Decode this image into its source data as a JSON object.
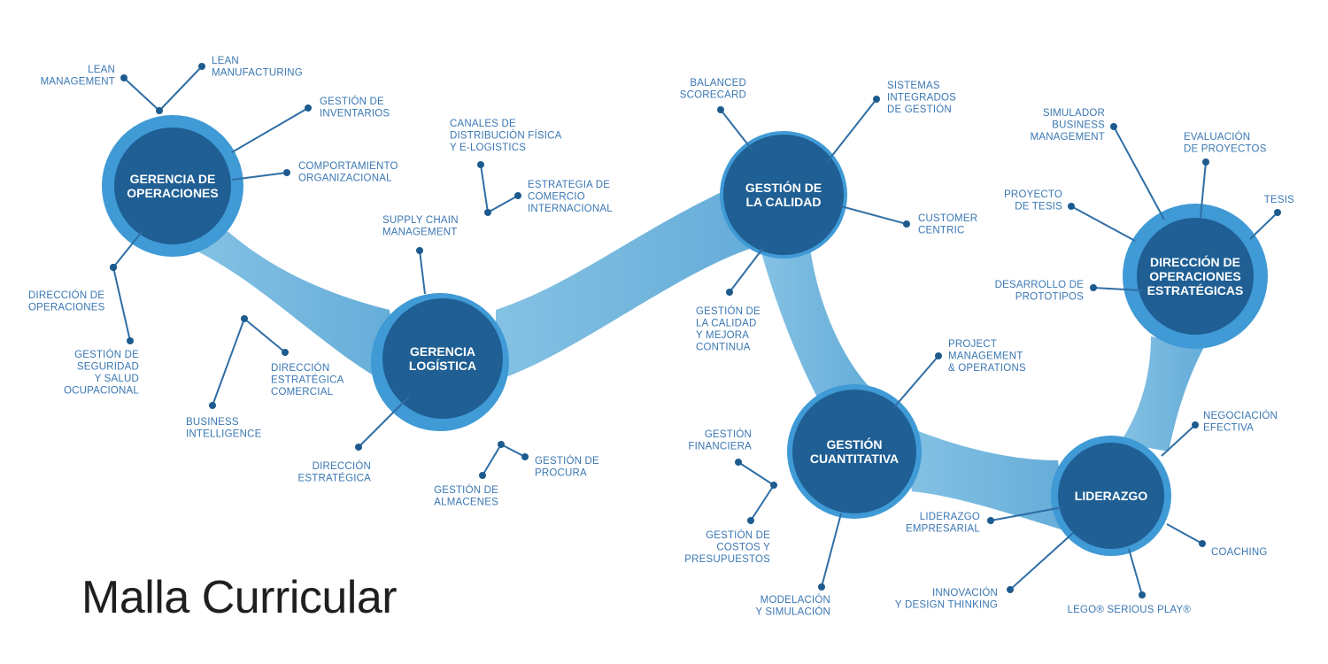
{
  "title": "Malla Curricular",
  "colors": {
    "hub": "#1f5f94",
    "halo": "#3a8fd0",
    "link": "#4ea3d8",
    "label": "#3a77b3",
    "line": "#2f6ea5"
  },
  "hubs": [
    {
      "id": "operaciones",
      "lines": [
        "GERENCIA DE",
        "OPERACIONES"
      ]
    },
    {
      "id": "logistica",
      "lines": [
        "GERENCIA",
        "LOGÍSTICA"
      ]
    },
    {
      "id": "calidad",
      "lines": [
        "GESTIÓN DE",
        "LA CALIDAD"
      ]
    },
    {
      "id": "cuantitativa",
      "lines": [
        "GESTIÓN",
        "CUANTITATIVA"
      ]
    },
    {
      "id": "estrategicas",
      "lines": [
        "DIRECCIÓN DE",
        "OPERACIONES",
        "ESTRATÉGICAS"
      ]
    },
    {
      "id": "liderazgo",
      "lines": [
        "LIDERAZGO"
      ]
    }
  ],
  "topics": [
    {
      "hub": "operaciones",
      "lines": [
        "LEAN",
        "MANAGEMENT"
      ]
    },
    {
      "hub": "operaciones",
      "lines": [
        "LEAN",
        "MANUFACTURING"
      ]
    },
    {
      "hub": "operaciones",
      "lines": [
        "GESTIÓN DE",
        "INVENTARIOS"
      ]
    },
    {
      "hub": "operaciones",
      "lines": [
        "COMPORTAMIENTO",
        "ORGANIZACIONAL"
      ]
    },
    {
      "hub": "operaciones",
      "lines": [
        "DIRECCIÓN DE",
        "OPERACIONES"
      ]
    },
    {
      "hub": "operaciones",
      "lines": [
        "GESTIÓN DE",
        "SEGURIDAD",
        "Y SALUD",
        "OCUPACIONAL"
      ]
    },
    {
      "hub": "operaciones",
      "lines": [
        "BUSINESS",
        "INTELLIGENCE"
      ]
    },
    {
      "hub": "operaciones",
      "lines": [
        "DIRECCIÓN",
        "ESTRATÉGICA",
        "COMERCIAL"
      ]
    },
    {
      "hub": "logistica",
      "lines": [
        "SUPPLY CHAIN",
        "MANAGEMENT"
      ]
    },
    {
      "hub": "logistica",
      "lines": [
        "CANALES DE",
        "DISTRIBUCIÓN FÍSICA",
        "Y E-LOGISTICS"
      ]
    },
    {
      "hub": "logistica",
      "lines": [
        "ESTRATEGIA DE",
        "COMERCIO",
        "INTERNACIONAL"
      ]
    },
    {
      "hub": "logistica",
      "lines": [
        "DIRECCIÓN",
        "ESTRATÉGICA"
      ]
    },
    {
      "hub": "logistica",
      "lines": [
        "GESTIÓN DE",
        "ALMACENES"
      ]
    },
    {
      "hub": "logistica",
      "lines": [
        "GESTIÓN DE",
        "PROCURA"
      ]
    },
    {
      "hub": "calidad",
      "lines": [
        "BALANCED",
        "SCORECARD"
      ]
    },
    {
      "hub": "calidad",
      "lines": [
        "SISTEMAS",
        "INTEGRADOS",
        "DE GESTIÓN"
      ]
    },
    {
      "hub": "calidad",
      "lines": [
        "CUSTOMER",
        "CENTRIC"
      ]
    },
    {
      "hub": "calidad",
      "lines": [
        "GESTIÓN DE",
        "LA CALIDAD",
        "Y MEJORA",
        "CONTINUA"
      ]
    },
    {
      "hub": "cuantitativa",
      "lines": [
        "PROJECT",
        "MANAGEMENT",
        "& OPERATIONS"
      ]
    },
    {
      "hub": "cuantitativa",
      "lines": [
        "GESTIÓN",
        "FINANCIERA"
      ]
    },
    {
      "hub": "cuantitativa",
      "lines": [
        "GESTIÓN DE",
        "COSTOS Y",
        "PRESUPUESTOS"
      ]
    },
    {
      "hub": "cuantitativa",
      "lines": [
        "MODELACIÓN",
        "Y SIMULACIÓN"
      ]
    },
    {
      "hub": "estrategicas",
      "lines": [
        "SIMULADOR",
        "BUSINESS",
        "MANAGEMENT"
      ]
    },
    {
      "hub": "estrategicas",
      "lines": [
        "EVALUACIÓN",
        "DE PROYECTOS"
      ]
    },
    {
      "hub": "estrategicas",
      "lines": [
        "PROYECTO",
        "DE TESIS"
      ]
    },
    {
      "hub": "estrategicas",
      "lines": [
        "TESIS"
      ]
    },
    {
      "hub": "estrategicas",
      "lines": [
        "DESARROLLO DE",
        "PROTOTIPOS"
      ]
    },
    {
      "hub": "liderazgo",
      "lines": [
        "NEGOCIACIÓN",
        "EFECTIVA"
      ]
    },
    {
      "hub": "liderazgo",
      "lines": [
        "LIDERAZGO",
        "EMPRESARIAL"
      ]
    },
    {
      "hub": "liderazgo",
      "lines": [
        "COACHING"
      ]
    },
    {
      "hub": "liderazgo",
      "lines": [
        "INNOVACIÓN",
        "Y DESIGN THINKING"
      ]
    },
    {
      "hub": "liderazgo",
      "lines": [
        "LEGO® SERIOUS PLAY®"
      ]
    }
  ]
}
